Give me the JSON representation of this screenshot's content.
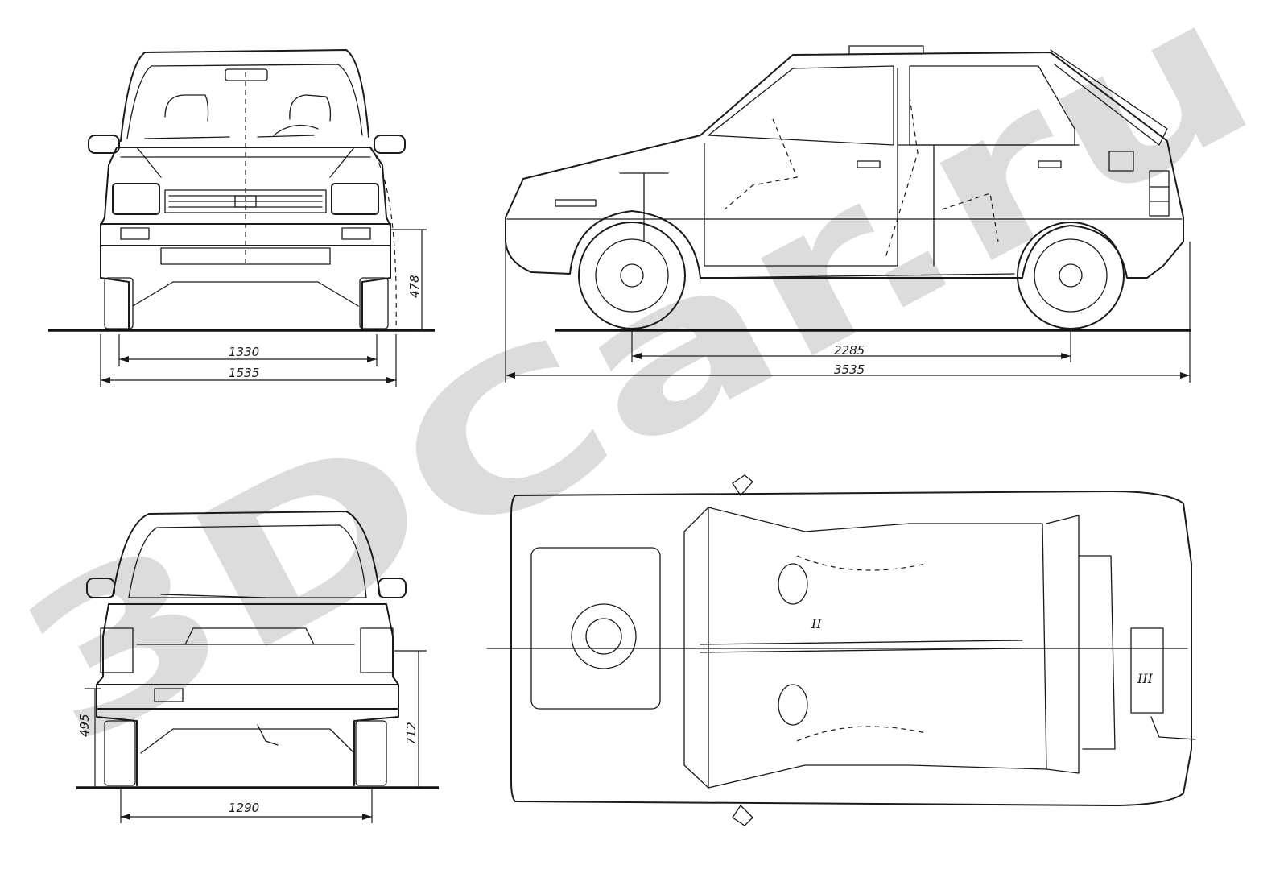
{
  "watermark": "3DCar.ru",
  "views": {
    "front": {
      "dimensions": {
        "track": "1330",
        "width": "1535",
        "height": "478"
      }
    },
    "side": {
      "dimensions": {
        "wheelbase": "2285",
        "length": "3535"
      }
    },
    "rear": {
      "dimensions": {
        "track": "1290",
        "bumper_height": "495",
        "height": "712"
      }
    },
    "top": {
      "markers": [
        "II",
        "III"
      ]
    }
  }
}
